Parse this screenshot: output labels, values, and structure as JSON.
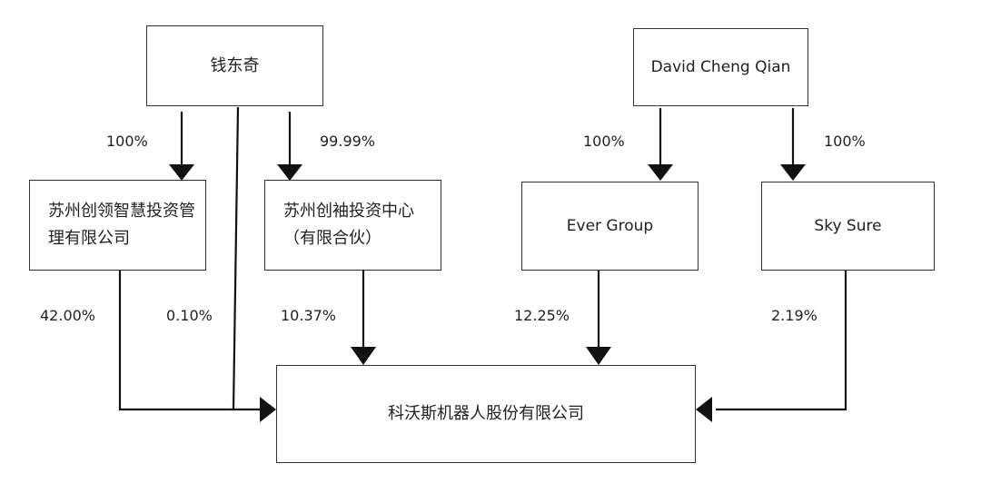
{
  "nodes": {
    "qian_dongqi": "钱东奇",
    "david_cheng_qian": "David Cheng Qian",
    "suzhou_chuangling": "苏州创领智慧投资管理有限公司",
    "suzhou_chuangxiu": "苏州创袖投资中心（有限合伙）",
    "ever_group": "Ever Group",
    "sky_sure": "Sky Sure",
    "ecovacs": "科沃斯机器人股份有限公司"
  },
  "edges": [
    {
      "from": "钱东奇",
      "to": "苏州创领智慧投资管理有限公司",
      "label": "100%"
    },
    {
      "from": "钱东奇",
      "to": "苏州创袖投资中心（有限合伙）",
      "label": "99.99%"
    },
    {
      "from": "David Cheng Qian",
      "to": "Ever Group",
      "label": "100%"
    },
    {
      "from": "David Cheng Qian",
      "to": "Sky Sure",
      "label": "100%"
    },
    {
      "from": "苏州创领智慧投资管理有限公司",
      "to": "科沃斯机器人股份有限公司",
      "label": "42.00%"
    },
    {
      "from": "钱东奇",
      "to": "科沃斯机器人股份有限公司",
      "label": "0.10%"
    },
    {
      "from": "苏州创袖投资中心（有限合伙）",
      "to": "科沃斯机器人股份有限公司",
      "label": "10.37%"
    },
    {
      "from": "Ever Group",
      "to": "科沃斯机器人股份有限公司",
      "label": "12.25%"
    },
    {
      "from": "Sky Sure",
      "to": "科沃斯机器人股份有限公司",
      "label": "2.19%"
    }
  ]
}
